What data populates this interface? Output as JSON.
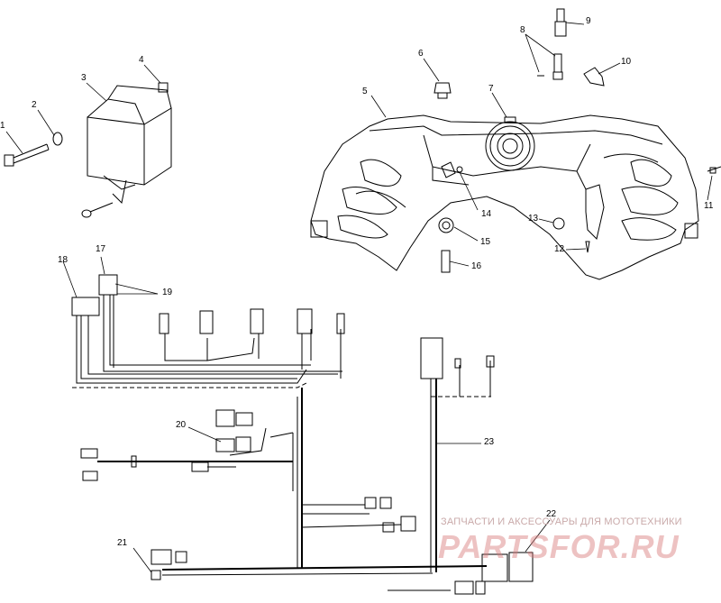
{
  "callouts": {
    "c1": "1",
    "c2": "2",
    "c3": "3",
    "c4": "4",
    "c5": "5",
    "c6": "6",
    "c7": "7",
    "c8": "8",
    "c9": "9",
    "c10": "10",
    "c11": "11",
    "c12": "12",
    "c13": "13",
    "c14": "14",
    "c15": "15",
    "c16": "16",
    "c17": "17",
    "c18": "18",
    "c19": "19",
    "c20": "20",
    "c21": "21",
    "c22": "22",
    "c23": "23"
  },
  "watermark": {
    "caption": "ЗАПЧАСТИ И АКСЕССУАРЫ ДЛЯ МОТОТЕХНИКИ",
    "logo": "PARTSFOR.RU"
  },
  "colors": {
    "line": "#000000",
    "watermark": "#d67878"
  }
}
